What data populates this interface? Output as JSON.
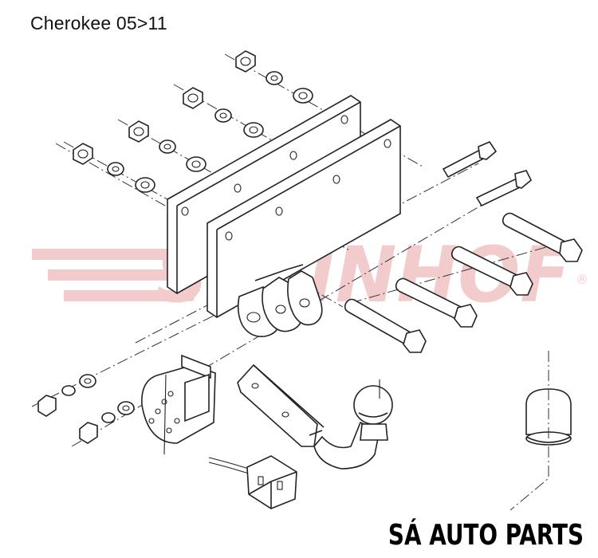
{
  "header": {
    "title": "Cherokee 05>11"
  },
  "watermark": {
    "text": "STEINHOF",
    "registered": "®",
    "color": "#e8a3a3"
  },
  "footer": {
    "brand": "SÁ AUTO PARTS"
  }
}
